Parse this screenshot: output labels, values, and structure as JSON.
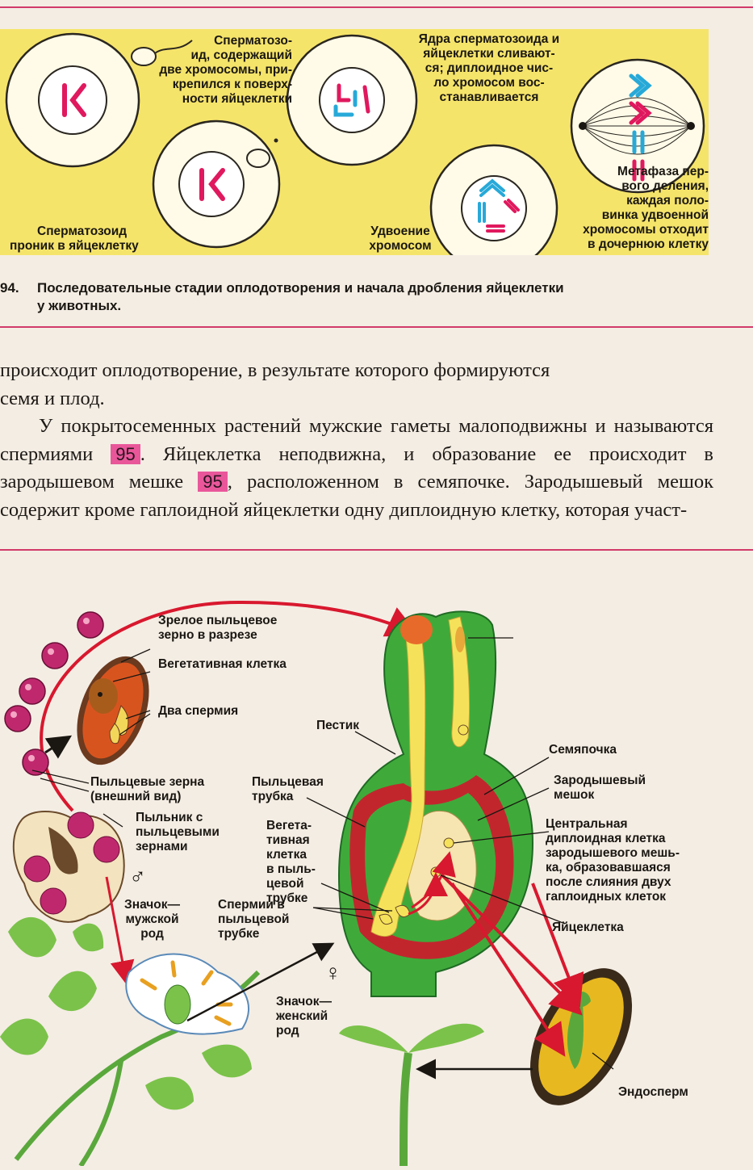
{
  "figure_94": {
    "labels": {
      "sperm_attached": [
        "Сперматозо-",
        "ид, содержащий",
        "две хромосомы, при-",
        "крепился к поверх-",
        "ности яйцеклетки"
      ],
      "nuclei_merge": [
        "Ядра сперматозоида и",
        "яйцеклетки сливают-",
        "ся; диплоидное чис-",
        "ло хромосом вос-",
        "станавливается"
      ],
      "sperm_penetrated": [
        "Сперматозоид",
        "проник в яйцеклетку"
      ],
      "doubling": [
        "Удвоение",
        "хромосом"
      ],
      "metaphase": [
        "Метафаза пер-",
        "вого деления,",
        "каждая поло-",
        "винка удвоенной",
        "хромосомы отходит",
        "в дочернюю клетку"
      ]
    },
    "caption_number": "94.",
    "caption_lines": [
      "Последовательные стадии оплодотворения и начала дробления яйцеклетки",
      "у животных."
    ]
  },
  "body": {
    "line1": "происходит оплодотворение, в результате которого формируются",
    "line2": "семя и плод.",
    "para2_part1": "У покрытосеменных растений мужские гаметы малоподвижны и называются спермиями",
    "ref1": "95",
    "para2_part2": ". Яйцеклетка неподвижна, и образование ее происходит в зародышевом мешке",
    "ref2": "95",
    "para2_part3": ", расположенном в семяпочке. Зародышевый мешок содержит кроме гаплоидной яйцеклетки одну диплоидную клетку, которая участ-"
  },
  "figure_95": {
    "labels": {
      "mature_pollen": [
        "Зрелое пыльцевое",
        "зерно в разрезе"
      ],
      "vegetative_cell": "Вегетативная клетка",
      "two_sperms": "Два спермия",
      "pollen_grains": [
        "Пыльцевые зерна",
        "(внешний вид)"
      ],
      "anther": [
        "Пыльник с",
        "пыльцевыми",
        "зернами"
      ],
      "male_sign": [
        "Значок—",
        "мужской",
        "род"
      ],
      "pistil": "Пестик",
      "pollen_tube": [
        "Пыльцевая",
        "трубка"
      ],
      "vegetative_in_tube": [
        "Вегета-",
        "тивная",
        "клетка",
        "в пыль-",
        "цевой",
        "трубке"
      ],
      "sperms_in_tube": [
        "Спермии в",
        "пыльцевой",
        "трубке"
      ],
      "ovule": "Семяпочка",
      "embryo_sac": [
        "Зародышевый",
        "мешок"
      ],
      "central_cell": [
        "Центральная",
        "диплоидная клетка",
        "зародышевого мешь-",
        "ка, образовавшаяся",
        "после слияния двух",
        "гаплоидных клеток"
      ],
      "egg_cell": "Яйцеклетка",
      "female_sign": [
        "Значок—",
        "женский",
        "род"
      ],
      "endosperm": "Эндосперм"
    },
    "symbols": {
      "male": "♂",
      "female": "♀"
    }
  },
  "colors": {
    "accent_rule": "#d23a6a",
    "figure_bg": "#f5e46a",
    "chromosome_magenta": "#e0195e",
    "chromosome_blue": "#27a9d8",
    "tissue_green": "#3faa3a",
    "tissue_red": "#c2262d",
    "tube_yellow": "#f6e25a",
    "pollen_purple": "#c0286e"
  }
}
